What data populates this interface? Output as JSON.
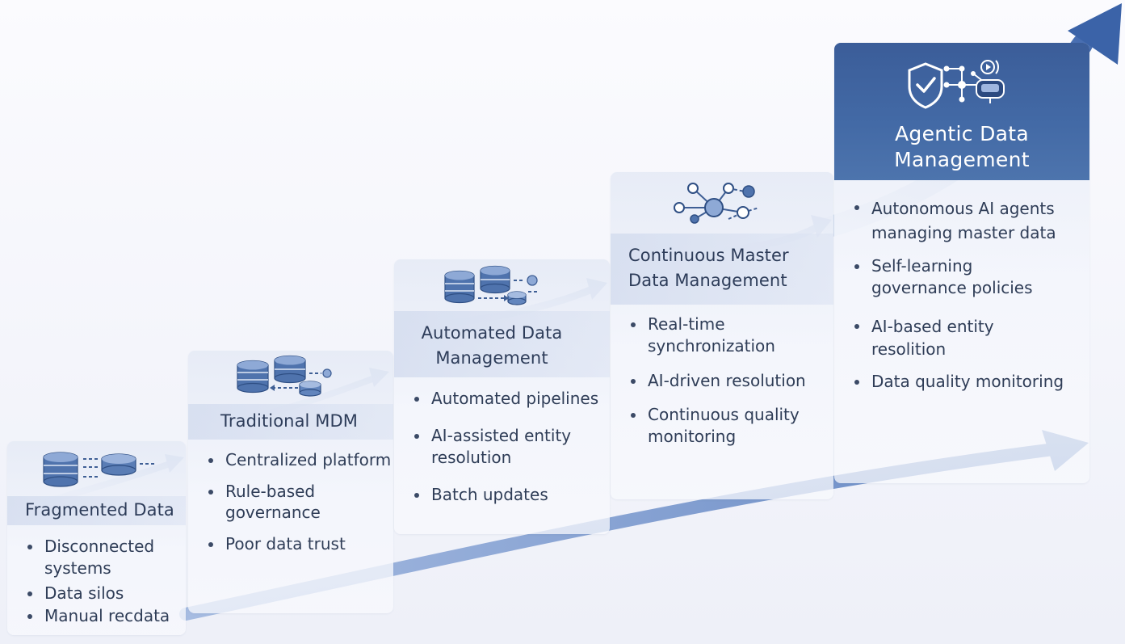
{
  "stages": [
    {
      "title": "Fragmented Data",
      "icon": "database-link-icon",
      "bullets": [
        "Disconnected systems",
        "Data silos",
        "Manual recdata"
      ]
    },
    {
      "title": "Traditional MDM",
      "icon": "databases-sync-icon",
      "bullets": [
        "Centralized platform",
        "Rule-based governance",
        "Poor data trust"
      ]
    },
    {
      "title": "Automated Data Management",
      "icon": "databases-pipeline-icon",
      "bullets": [
        "Automated pipelines",
        "AI-assisted entity resolution",
        "Batch updates"
      ]
    },
    {
      "title": "Continuous Master Data Management",
      "icon": "network-nodes-icon",
      "bullets": [
        "Real-time synchronization",
        "AI-driven resolution",
        "Continuous quality monitoring"
      ]
    },
    {
      "title": "Agentic Data Management",
      "icon": "shield-network-agent-icon",
      "bullets": [
        "Autonomous AI agents managing master data",
        "Self-learning governance policies",
        "AI-based entity resolition",
        "Data quality monitoring"
      ]
    }
  ],
  "colors": {
    "accent": "#3f63a0",
    "arrow": "#6f8fc7",
    "text": "#2f3d57"
  }
}
